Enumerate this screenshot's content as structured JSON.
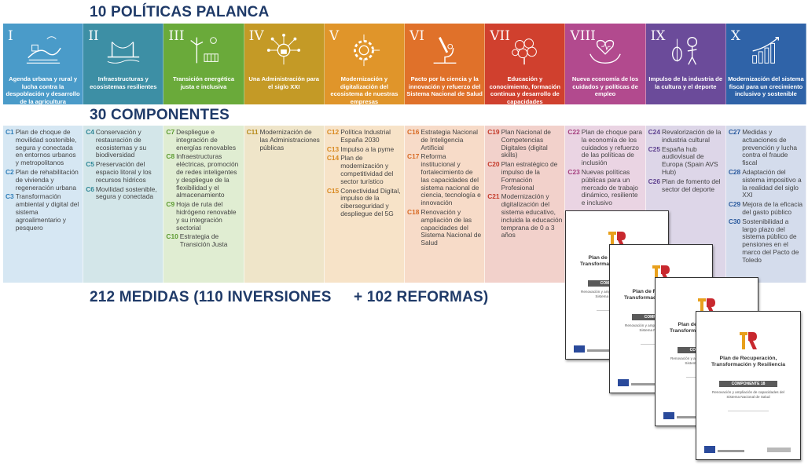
{
  "headings": {
    "politicas": "10 POLÍTICAS PALANCA",
    "componentes": "30 COMPONENTES",
    "medidas": "212 MEDIDAS (110 INVERSIONES",
    "reformas": "+ 102 REFORMAS)"
  },
  "policies": [
    {
      "num": "I",
      "label": "Agenda urbana y rural y lucha contra la despoblación y desarrollo de la agricultura",
      "color": "#4a9bc9",
      "icon": "landscape-icon"
    },
    {
      "num": "II",
      "label": "Infraestructuras y ecosistemas resilientes",
      "color": "#3d8fa5",
      "icon": "bridge-icon"
    },
    {
      "num": "III",
      "label": "Transición energética justa e inclusiva",
      "color": "#6aaa3a",
      "icon": "wind-solar-icon"
    },
    {
      "num": "IV",
      "label": "Una Administración para el siglo XXI",
      "color": "#c49a26",
      "icon": "network-lock-icon"
    },
    {
      "num": "V",
      "label": "Modernización y digitalización del ecosistema de nuestras empresas",
      "color": "#e0952a",
      "icon": "gear-chip-icon"
    },
    {
      "num": "VI",
      "label": "Pacto por la ciencia y la innovación y refuerzo del Sistema Nacional de Salud",
      "color": "#e0712a",
      "icon": "microscope-icon"
    },
    {
      "num": "VII",
      "label": "Educación y conocimiento, formación continua y desarrollo de capacidades",
      "color": "#d0402e",
      "icon": "brain-icon"
    },
    {
      "num": "VIII",
      "label": "Nueva economía de los cuidados y políticas de empleo",
      "color": "#b24a8e",
      "icon": "heart-hands-icon"
    },
    {
      "num": "IX",
      "label": "Impulso de la industria de la cultura y el deporte",
      "color": "#6b4b9a",
      "icon": "violin-basketball-icon"
    },
    {
      "num": "X",
      "label": "Modernización del sistema fiscal para un crecimiento inclusivo y sostenible",
      "color": "#2f63a8",
      "icon": "growth-chart-icon"
    }
  ],
  "columns": [
    {
      "bg": "#d6e7f3",
      "code_color": "#2f7db8",
      "items": [
        {
          "code": "C1",
          "text": "Plan de choque de movilidad sostenible, segura y conectada en entornos urbanos y metropolitanos"
        },
        {
          "code": "C2",
          "text": "Plan de rehabilitación de vivienda y regeneración urbana"
        },
        {
          "code": "C3",
          "text": "Transformación ambiental y digital del sistema agroalimentario y pesquero"
        }
      ]
    },
    {
      "bg": "#d3e6e9",
      "code_color": "#2b8595",
      "items": [
        {
          "code": "C4",
          "text": "Conservación y restauración de ecosistemas y su biodiversidad"
        },
        {
          "code": "C5",
          "text": "Preservación del espacio litoral y los recursos hídricos"
        },
        {
          "code": "C6",
          "text": "Movilidad sostenible, segura y conectada"
        }
      ]
    },
    {
      "bg": "#e0edd2",
      "code_color": "#5a9a2e",
      "items": [
        {
          "code": "C7",
          "text": "Despliegue e integración de energías renovables"
        },
        {
          "code": "C8",
          "text": "Infraestructuras eléctricas, promoción de redes inteligentes y despliegue de la flexibilidad y el almacenamiento"
        },
        {
          "code": "C9",
          "text": "Hoja de ruta del hidrógeno renovable y su integración sectorial"
        },
        {
          "code": "C10",
          "text": "Estrategia de Transición Justa"
        }
      ]
    },
    {
      "bg": "#efe5c9",
      "code_color": "#b78b1c",
      "items": [
        {
          "code": "C11",
          "text": "Modernización de las Administraciones públicas"
        }
      ]
    },
    {
      "bg": "#f7e3c8",
      "code_color": "#d98a22",
      "items": [
        {
          "code": "C12",
          "text": "Política Industrial España 2030"
        },
        {
          "code": "C13",
          "text": "Impulso a la pyme"
        },
        {
          "code": "C14",
          "text": "Plan de modernización y competitividad del sector turístico"
        },
        {
          "code": "C15",
          "text": "Conectividad Digital, impulso de la ciberseguridad y despliegue del 5G"
        }
      ]
    },
    {
      "bg": "#f7dbc8",
      "code_color": "#d86a24",
      "items": [
        {
          "code": "C16",
          "text": "Estrategia Nacional de Inteligencia Artificial"
        },
        {
          "code": "C17",
          "text": "Reforma institucional y fortalecimiento de las capacidades del sistema nacional de ciencia, tecnología e innovación"
        },
        {
          "code": "C18",
          "text": "Renovación y ampliación de las capacidades del Sistema Nacional de Salud"
        }
      ]
    },
    {
      "bg": "#f2d1cb",
      "code_color": "#c43a2a",
      "items": [
        {
          "code": "C19",
          "text": "Plan Nacional de Competencias Digitales (digital skills)"
        },
        {
          "code": "C20",
          "text": "Plan estratégico de impulso de la Formación Profesional"
        },
        {
          "code": "C21",
          "text": "Modernización y digitalización del sistema educativo, incluida la educación temprana de 0 a 3 años"
        }
      ]
    },
    {
      "bg": "#ead4e3",
      "code_color": "#a5407f",
      "items": [
        {
          "code": "C22",
          "text": "Plan de choque para la economía de los cuidados y refuerzo de las políticas de inclusión"
        },
        {
          "code": "C23",
          "text": "Nuevas políticas públicas para un mercado de trabajo dinámico, resiliente e inclusivo"
        }
      ]
    },
    {
      "bg": "#ddd6e8",
      "code_color": "#5f4290",
      "items": [
        {
          "code": "C24",
          "text": "Revalorización de la industria cultural"
        },
        {
          "code": "C25",
          "text": "España hub audiovisual de Europa (Spain AVS Hub)"
        },
        {
          "code": "C26",
          "text": "Plan de fomento del sector del deporte"
        }
      ]
    },
    {
      "bg": "#d4dcec",
      "code_color": "#2b5a9e",
      "items": [
        {
          "code": "C27",
          "text": "Medidas y actuaciones de prevención y lucha contra el fraude fiscal"
        },
        {
          "code": "C28",
          "text": "Adaptación del sistema impositivo a la realidad del siglo XXI"
        },
        {
          "code": "C29",
          "text": "Mejora de la eficacia del gasto público"
        },
        {
          "code": "C30",
          "text": "Sostenibilidad a largo plazo del sistema público de pensiones en el marco del Pacto de Toledo"
        }
      ]
    }
  ],
  "document": {
    "title": "Plan de Recuperación, Transformación y Resiliencia",
    "badge": "COMPONENTE 18",
    "subtitle": "Renovación y ampliación de capacidades del Sistema Nacional de Salud"
  },
  "colors": {
    "heading": "#1f3a68",
    "logo_orange": "#e8a01c",
    "logo_red": "#c8282e"
  }
}
